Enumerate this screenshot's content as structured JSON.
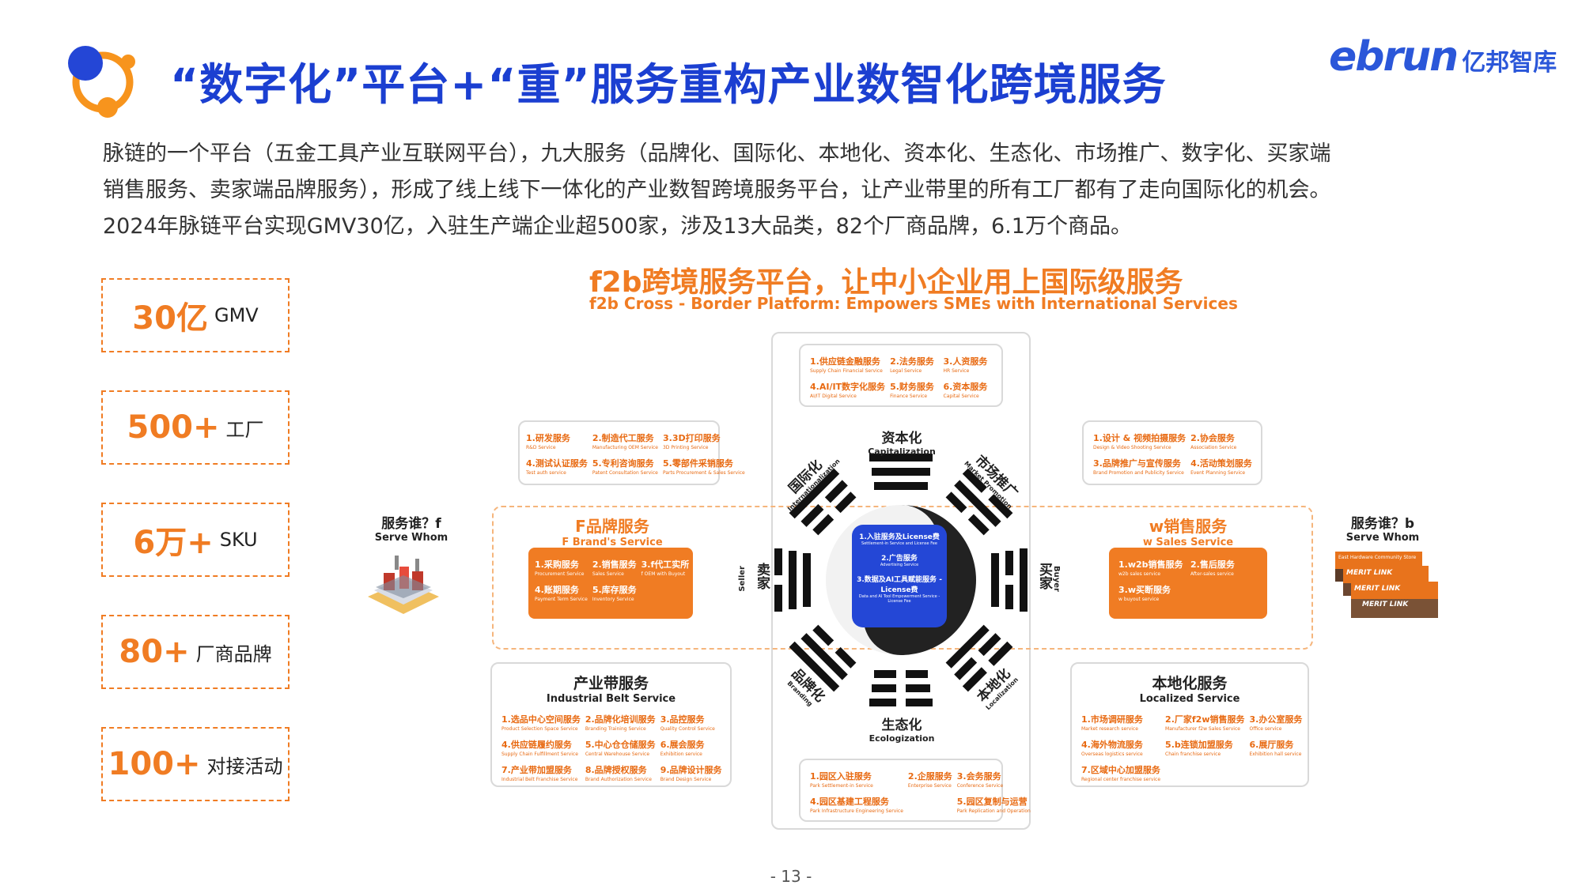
{
  "header": {
    "title": "“数字化”平台+“重”服务重构产业数智化跨境服务",
    "brand_latin": "ebrun",
    "brand_cn": "亿邦智库"
  },
  "intro": {
    "line1": "脉链的一个平台（五金工具产业互联网平台），九大服务（品牌化、国际化、本地化、资本化、生态化、市场推广、数字化、买家端",
    "line2": "销售服务、卖家端品牌服务），形成了线上线下一体化的产业数智跨境服务平台，让产业带里的所有工厂都有了走向国际化的机会。",
    "line3": "2024年脉链平台实现GMV30亿，入驻生产端企业超500家，涉及13大品类，82个厂商品牌，6.1万个商品。"
  },
  "stats": [
    {
      "num": "30亿",
      "unit": "GMV"
    },
    {
      "num": "500+",
      "unit": "工厂"
    },
    {
      "num": "6万+",
      "unit": "SKU"
    },
    {
      "num": "80+",
      "unit": "厂商品牌"
    },
    {
      "num": "100+",
      "unit": "对接活动"
    }
  ],
  "platform": {
    "title": "f2b跨境服务平台，让中小企业用上国际级服务",
    "title_en": "f2b Cross - Border Platform: Empowers SMEs with International Services"
  },
  "serve_left": {
    "label": "服务谁？f",
    "label_en": "Serve Whom"
  },
  "serve_right": {
    "label": "服务谁？b",
    "label_en": "Serve Whom"
  },
  "top_box": [
    {
      "cn": "1.供应链金融服务",
      "en": "Supply Chain Financial Service"
    },
    {
      "cn": "2.法务服务",
      "en": "Legal Service"
    },
    {
      "cn": "3.人资服务",
      "en": "HR Service"
    },
    {
      "cn": "4.AI/IT数字化服务",
      "en": "AI/IT Digital Service"
    },
    {
      "cn": "5.财务服务",
      "en": "Finance Service"
    },
    {
      "cn": "6.资本服务",
      "en": "Capital Service"
    }
  ],
  "bottom_box": [
    {
      "cn": "1.园区入驻服务",
      "en": "Park Settlement-in Service"
    },
    {
      "cn": "2.企服服务",
      "en": "Enterprise Service"
    },
    {
      "cn": "3.会务服务",
      "en": "Conference Service"
    },
    {
      "cn": "4.园区基建工程服务",
      "en": "Park Infrastructure Engineering Service"
    },
    {
      "cn": "",
      "en": ""
    },
    {
      "cn": "5.园区复制与运营",
      "en": "Park Replication and Operation"
    }
  ],
  "upper_left_box": [
    {
      "cn": "1.研发服务",
      "en": "R&D Service"
    },
    {
      "cn": "2.制造代工服务",
      "en": "Manufacturing OEM Service"
    },
    {
      "cn": "3.3D打印服务",
      "en": "3D Printing Service"
    },
    {
      "cn": "4.测试认证服务",
      "en": "Test auth service"
    },
    {
      "cn": "5.专利咨询服务",
      "en": "Patent Consultation Service"
    },
    {
      "cn": "5.零部件采销服务",
      "en": "Parts Procurement & Sales Service"
    }
  ],
  "upper_right_box": [
    {
      "cn": "1.设计 & 视频拍摄服务",
      "en": "Design & Video Shooting Service"
    },
    {
      "cn": "2.协会服务",
      "en": "Association Service"
    },
    {
      "cn": "3.品牌推广与宣传服务",
      "en": "Brand Promotion and Publicity Service"
    },
    {
      "cn": "4.活动策划服务",
      "en": "Event Planning Service"
    }
  ],
  "f_brand": {
    "title": "F品牌服务",
    "title_en": "F Brand's Service",
    "items": [
      {
        "cn": "1.采购服务",
        "en": "Procurement Service"
      },
      {
        "cn": "2.销售服务",
        "en": "Sales Service"
      },
      {
        "cn": "3.f代工实所",
        "en": "f OEM with Buyout"
      },
      {
        "cn": "4.账期服务",
        "en": "Payment Term Service"
      },
      {
        "cn": "5.库存服务",
        "en": "Inventory Service"
      }
    ]
  },
  "w_sales": {
    "title": "w销售服务",
    "title_en": "w Sales Service",
    "items": [
      {
        "cn": "1.w2b销售服务",
        "en": "w2b sales service"
      },
      {
        "cn": "2.售后服务",
        "en": "After-sales service"
      },
      {
        "cn": "3.w买断服务",
        "en": "w buyout service"
      }
    ]
  },
  "industrial_belt": {
    "title": "产业带服务",
    "title_en": "Industrial Belt Service",
    "items": [
      {
        "cn": "1.选品中心空间服务",
        "en": "Product Selection Space Service"
      },
      {
        "cn": "2.品牌化培训服务",
        "en": "Branding Training Service"
      },
      {
        "cn": "3.品控服务",
        "en": "Quality Control Service"
      },
      {
        "cn": "4.供应链履约服务",
        "en": "Supply Chain Fulfillment Service"
      },
      {
        "cn": "5.中心仓仓储服务",
        "en": "Central Warehouse Service"
      },
      {
        "cn": "6.展会服务",
        "en": "Exhibition service"
      },
      {
        "cn": "7.产业带加盟服务",
        "en": "Industrial Belt Franchise Service"
      },
      {
        "cn": "8.品牌授权服务",
        "en": "Brand Authorization Service"
      },
      {
        "cn": "9.品牌设计服务",
        "en": "Brand Design Service"
      }
    ]
  },
  "localized": {
    "title": "本地化服务",
    "title_en": "Localized Service",
    "items": [
      {
        "cn": "1.市场调研服务",
        "en": "Market research service"
      },
      {
        "cn": "2.厂家f2w销售服务",
        "en": "Manufacturer f2w Sales Service"
      },
      {
        "cn": "3.办公室服务",
        "en": "Office service"
      },
      {
        "cn": "4.海外物流服务",
        "en": "Overseas logistics service"
      },
      {
        "cn": "5.b连锁加盟服务",
        "en": "Chain franchise service"
      },
      {
        "cn": "6.展厅服务",
        "en": "Exhibition hall service"
      },
      {
        "cn": "7.区域中心加盟服务",
        "en": "Regional center franchise service"
      }
    ]
  },
  "bagua": {
    "top": {
      "cn": "资本化",
      "en": "Capitalization"
    },
    "bottom": {
      "cn": "生态化",
      "en": "Ecologization"
    },
    "upper_left": {
      "cn": "国际化",
      "en": "Internationalization"
    },
    "upper_right": {
      "cn": "市场推广",
      "en": "Market Promotion"
    },
    "lower_left": {
      "cn": "品牌化",
      "en": "Branding"
    },
    "lower_right": {
      "cn": "本地化",
      "en": "Localization"
    },
    "left": {
      "cn": "卖家",
      "en": "Seller"
    },
    "right": {
      "cn": "买家",
      "en": "Buyer"
    }
  },
  "center": [
    {
      "cn": "1.入驻服务及License费",
      "en": "Settlement-in Service and License Fee"
    },
    {
      "cn": "2.广告服务",
      "en": "Advertising Service"
    },
    {
      "cn": "3.数据及AI工具赋能服务 - License费",
      "en": "Data and AI Tool Empowerment Service - License Fee"
    }
  ],
  "store_sign": "MERIT LINK",
  "store_sign_small": "East Hardware Community Store",
  "page_number": "- 13 -",
  "colors": {
    "blue": "#1b3fd1",
    "orange": "#f07c23",
    "box_orange": "#f07c23"
  }
}
